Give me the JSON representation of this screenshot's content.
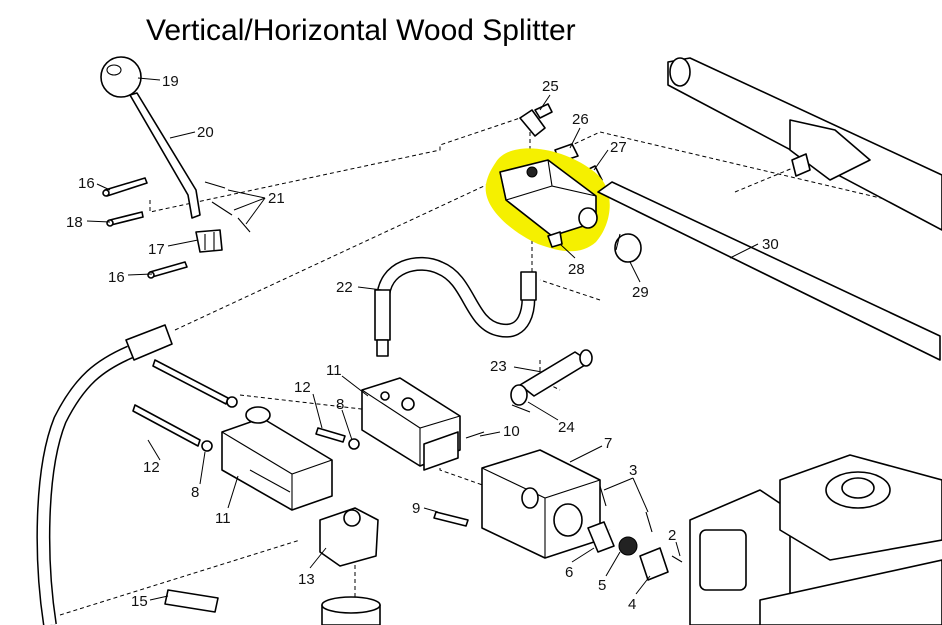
{
  "title": "Vertical/Horizontal Wood Splitter",
  "highlight_color": "#f5f000",
  "callouts": {
    "c19": "19",
    "c20": "20",
    "c16a": "16",
    "c18": "18",
    "c21": "21",
    "c17": "17",
    "c16b": "16",
    "c25": "25",
    "c26": "26",
    "c27": "27",
    "c28": "28",
    "c29": "29",
    "c30": "30",
    "c22": "22",
    "c23": "23",
    "c24": "24",
    "c11a": "11",
    "c12a": "12",
    "c8a": "8",
    "c10": "10",
    "c12b": "12",
    "c8b": "8",
    "c11b": "11",
    "c7": "7",
    "c3": "3",
    "c9": "9",
    "c2": "2",
    "c6": "6",
    "c5": "5",
    "c4": "4",
    "c13": "13",
    "c15": "15"
  }
}
